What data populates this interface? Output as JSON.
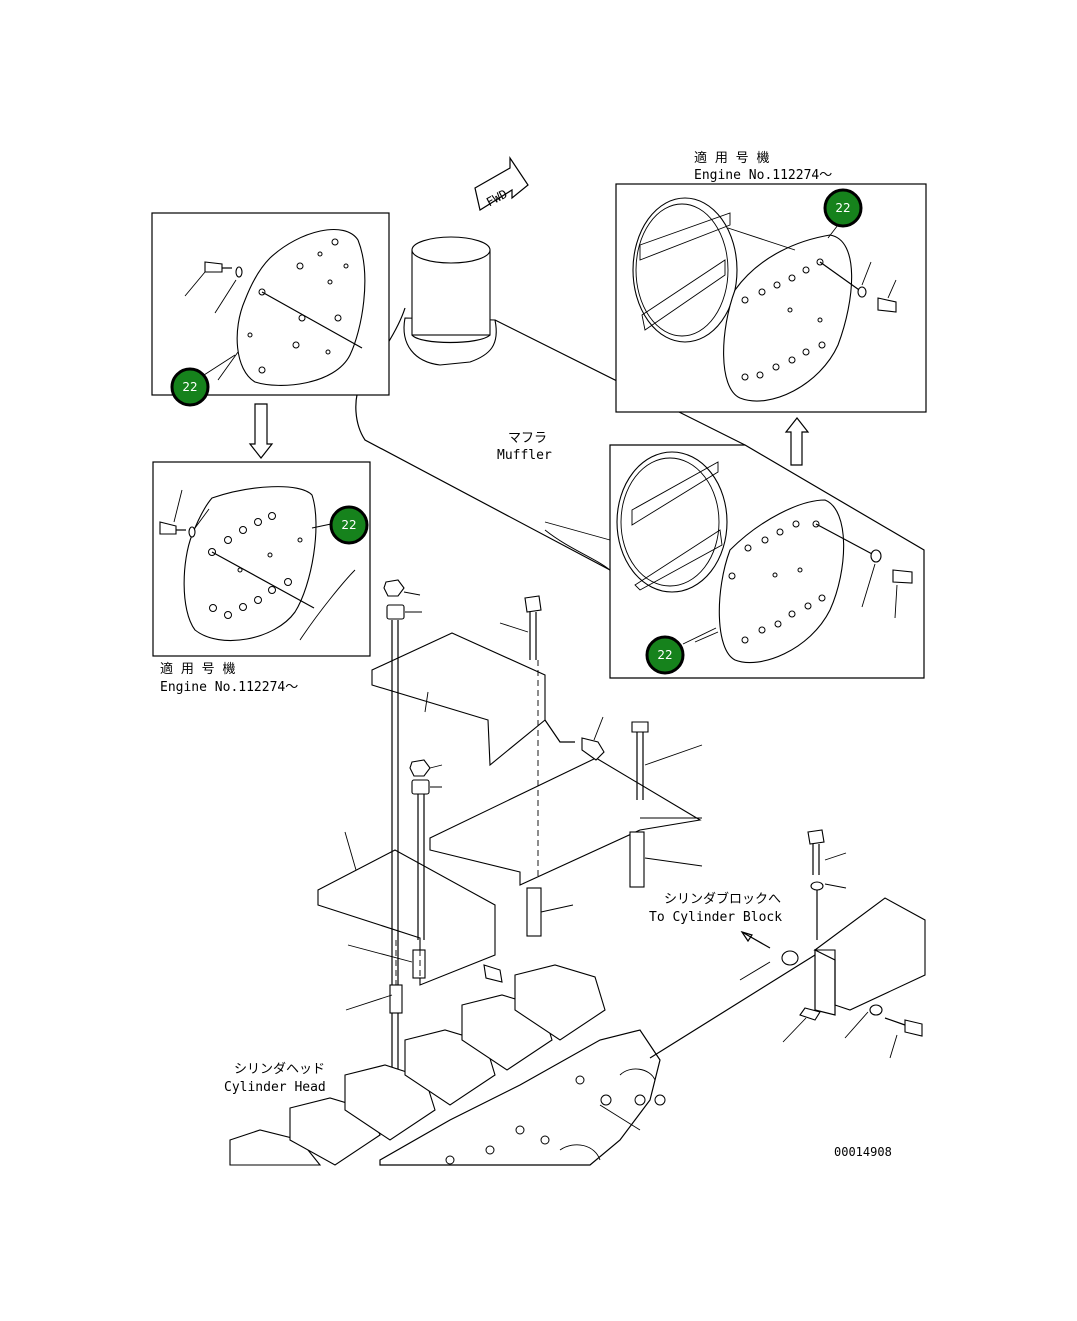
{
  "labels": {
    "fwd": "FWD",
    "applicable_top_jp": "適 用 号 機",
    "applicable_top_en": "Engine No.112274～",
    "applicable_bottom_jp": "適 用 号 機",
    "applicable_bottom_en": "Engine No.112274～",
    "muffler_jp": "マフラ",
    "muffler_en": "Muffler",
    "cylinder_block_jp": "シリンダブロックへ",
    "cylinder_block_en": "To Cylinder Block",
    "cylinder_head_jp": "シリンダヘッド",
    "cylinder_head_en": "Cylinder Head",
    "drawing_number": "00014908"
  },
  "callouts": [
    "22",
    "22",
    "22",
    "22"
  ],
  "colors": {
    "callout_fill": "#16821c",
    "line": "#000000",
    "background": "#ffffff"
  }
}
